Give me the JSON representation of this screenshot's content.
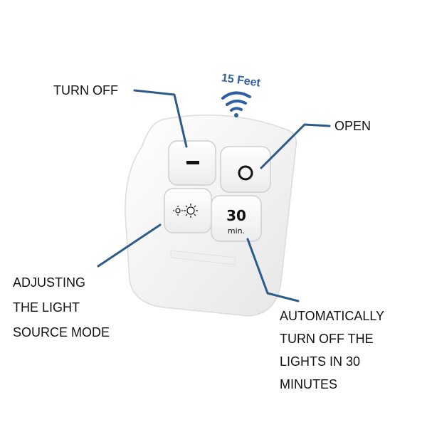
{
  "signal": {
    "range_label": "15 Feet",
    "icon": "wifi-signal-icon",
    "color": "#2f5fa0"
  },
  "remote": {
    "buttons": [
      {
        "id": "off",
        "icon": "minus-icon"
      },
      {
        "id": "open",
        "icon": "circle-icon"
      },
      {
        "id": "mode",
        "icon": "sun-icon"
      },
      {
        "id": "timer",
        "line1": "30",
        "line2": "min."
      }
    ]
  },
  "callouts": {
    "turn_off": "TURN OFF",
    "open": "OPEN",
    "adjust": [
      "ADJUSTING",
      "THE LIGHT",
      "SOURCE MODE"
    ],
    "auto_off": [
      "AUTOMATICALLY",
      "TURN OFF THE",
      "LIGHTS IN 30",
      "MINUTES"
    ]
  },
  "colors": {
    "callout_line": "#2a5b8a",
    "text": "#111111",
    "remote_body": "#f4f4f4"
  }
}
